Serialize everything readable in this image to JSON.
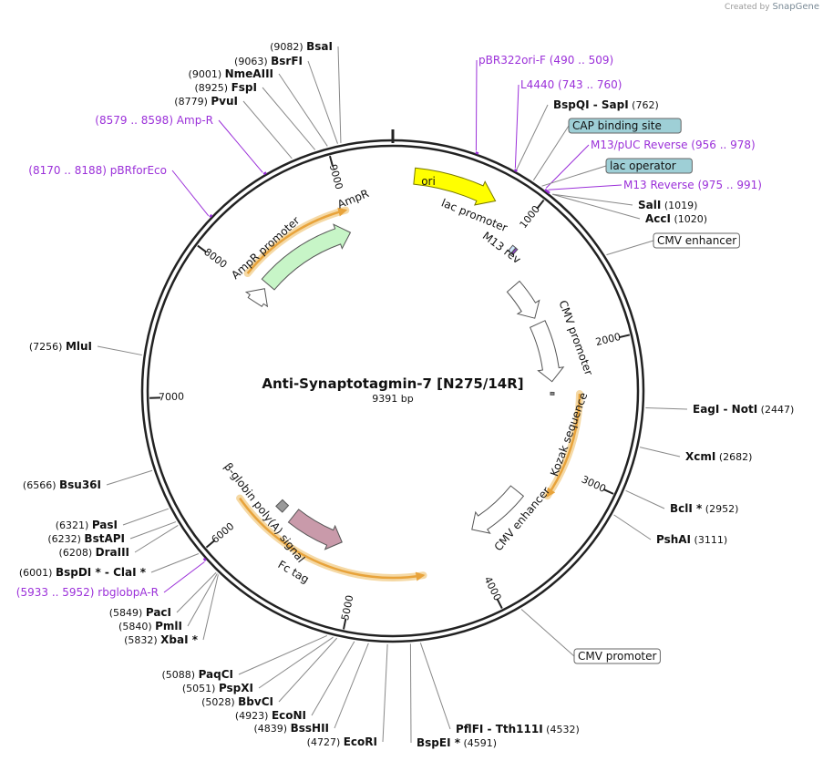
{
  "credit": {
    "prefix": "Created by",
    "brand": "SnapGene"
  },
  "plasmid": {
    "name": "Anti-Synaptotagmin-7 [N275/14R]",
    "size_label": "9391 bp",
    "length": 9391
  },
  "ticks": [
    {
      "pos": 1000,
      "label": "1000"
    },
    {
      "pos": 2000,
      "label": "2000"
    },
    {
      "pos": 3000,
      "label": "3000"
    },
    {
      "pos": 4000,
      "label": "4000"
    },
    {
      "pos": 5000,
      "label": "5000"
    },
    {
      "pos": 6000,
      "label": "6000"
    },
    {
      "pos": 7000,
      "label": "7000"
    },
    {
      "pos": 8000,
      "label": "8000"
    },
    {
      "pos": 9000,
      "label": "9000"
    }
  ],
  "enzymes": [
    {
      "site": 9082,
      "name": "BsaI",
      "pos": "(9082)"
    },
    {
      "site": 9063,
      "name": "BsrFI",
      "pos": "(9063)"
    },
    {
      "site": 9001,
      "name": "NmeAIII",
      "pos": "(9001)"
    },
    {
      "site": 8925,
      "name": "FspI",
      "pos": "(8925)"
    },
    {
      "site": 8779,
      "name": "PvuI",
      "pos": "(8779)"
    },
    {
      "site": 762,
      "name": "BspQI",
      "name2": "SapI",
      "pos": "(762)"
    },
    {
      "site": 1019,
      "name": "SalI",
      "pos": "(1019)"
    },
    {
      "site": 1020,
      "name": "AccI",
      "pos": "(1020)"
    },
    {
      "site": 2447,
      "name": "EagI",
      "name2": "NotI",
      "pos": "(2447)"
    },
    {
      "site": 2682,
      "name": "XcmI",
      "pos": "(2682)"
    },
    {
      "site": 2952,
      "name": "BclI *",
      "pos": "(2952)"
    },
    {
      "site": 3111,
      "name": "PshAI",
      "pos": "(3111)"
    },
    {
      "site": 4532,
      "name": "PflFI",
      "name2": "Tth111I",
      "pos": "(4532)"
    },
    {
      "site": 4591,
      "name": "BspEI *",
      "pos": "(4591)"
    },
    {
      "site": 4727,
      "name": "EcoRI",
      "pos": "(4727)"
    },
    {
      "site": 4839,
      "name": "BssHII",
      "pos": "(4839)"
    },
    {
      "site": 4923,
      "name": "EcoNI",
      "pos": "(4923)"
    },
    {
      "site": 5028,
      "name": "BbvCI",
      "pos": "(5028)"
    },
    {
      "site": 5051,
      "name": "PspXI",
      "pos": "(5051)"
    },
    {
      "site": 5088,
      "name": "PaqCI",
      "pos": "(5088)"
    },
    {
      "site": 5832,
      "name": "XbaI *",
      "pos": "(5832)"
    },
    {
      "site": 5840,
      "name": "PmlI",
      "pos": "(5840)"
    },
    {
      "site": 5849,
      "name": "PacI",
      "pos": "(5849)"
    },
    {
      "site": 6001,
      "name": "BspDI *",
      "name2": "ClaI *",
      "pos": "(6001)"
    },
    {
      "site": 6208,
      "name": "DraIII",
      "pos": "(6208)"
    },
    {
      "site": 6232,
      "name": "BstAPI",
      "pos": "(6232)"
    },
    {
      "site": 6321,
      "name": "PasI",
      "pos": "(6321)"
    },
    {
      "site": 6566,
      "name": "Bsu36I",
      "pos": "(6566)"
    },
    {
      "site": 7256,
      "name": "MluI",
      "pos": "(7256)"
    }
  ],
  "primers": [
    {
      "site": 499,
      "name": "pBR322ori-F",
      "range": "(490 .. 509)"
    },
    {
      "site": 751,
      "name": "L4440",
      "range": "(743 .. 760)"
    },
    {
      "site": 967,
      "name": "M13/pUC Reverse",
      "range": "(956 .. 978)"
    },
    {
      "site": 983,
      "name": "M13 Reverse",
      "range": "(975 .. 991)"
    },
    {
      "site": 8588,
      "name": "Amp-R",
      "range": "(8579 .. 8598)"
    },
    {
      "site": 8179,
      "name": "pBRforEco",
      "range": "(8170 .. 8188)"
    },
    {
      "site": 5942,
      "name": "rbglobpA-R",
      "range": "(5933 .. 5952)"
    }
  ],
  "boxed_features": [
    {
      "site": 880,
      "name": "CAP binding site",
      "fill": "#9ecfd6"
    },
    {
      "site": 940,
      "name": "lac operator",
      "fill": "#9ecfd6"
    },
    {
      "site": 1500,
      "name": "CMV enhancer",
      "fill": "#ffffff"
    },
    {
      "site": 3900,
      "name": "CMV promoter",
      "fill": "#ffffff"
    }
  ],
  "features": [
    {
      "name": "ori",
      "start": 150,
      "end": 740,
      "dir": 1,
      "fill": "#ffff00",
      "stroke": "#777700",
      "label_side": "in"
    },
    {
      "name": "lac promoter",
      "start": 1030,
      "end": 1060,
      "fill": "#d0e7ff"
    },
    {
      "name": "M13 rev",
      "start": 1062,
      "end": 1080,
      "fill": "#8a3fc7"
    },
    {
      "name": "CMV enhancer",
      "start": 1280,
      "end": 1640,
      "dir": 1,
      "fill": "#ffffff"
    },
    {
      "name": "CMV promoter",
      "start": 1700,
      "end": 2260,
      "dir": 1,
      "fill": "#ffffff"
    },
    {
      "name": "Kozak sequence",
      "start": 2360,
      "end": 2385,
      "fill": "#888888"
    },
    {
      "name": "CMV enhancer",
      "start": 3360,
      "end": 3920,
      "dir": 1,
      "fill": "#ffffff"
    },
    {
      "name": "Fc tag",
      "start": 5180,
      "end": 5700,
      "dir": -1,
      "fill": "#c99aaa"
    },
    {
      "name": "β-globin poly(A) signal",
      "start": 5800,
      "end": 5880,
      "fill": "#999999"
    },
    {
      "name": "AmpR",
      "start": 8100,
      "end": 9000,
      "dir": 1,
      "fill": "#c7f5c7"
    },
    {
      "name": "AmpR promoter",
      "start": 7900,
      "end": 8050,
      "dir": 1,
      "fill": "#ffffff"
    }
  ],
  "orfs": [
    {
      "start": 2370,
      "end": 3240,
      "dir": 1
    },
    {
      "start": 4450,
      "end": 6130,
      "dir": -1
    },
    {
      "start": 8060,
      "end": 9010,
      "dir": 1
    }
  ],
  "colors": {
    "ring": "#222222",
    "primer": "#9b30d9",
    "orf": "#e8a33b",
    "orf_glow": "#f5d9a5",
    "enzyme_line": "#888888",
    "text": "#111111"
  }
}
